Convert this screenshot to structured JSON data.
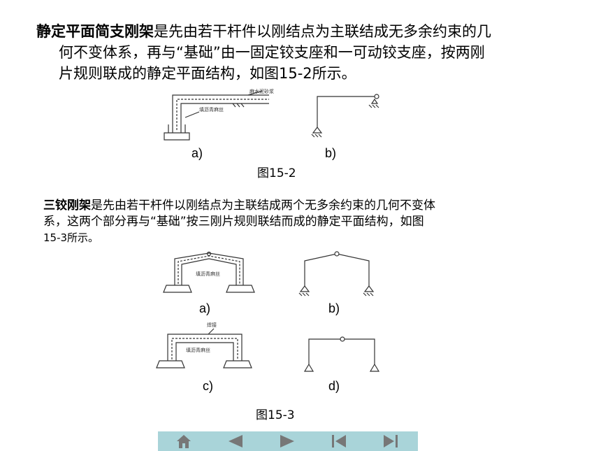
{
  "para1": {
    "term": "静定平面简支刚架",
    "line1": "是先由若干杆件以刚结点为主联结成无多余约束的几",
    "line2": "何不变体系，再与“基础”由一固定铰支座和一可动铰支座，按两刚",
    "line3": "片规则联成的静定平面结构，如图15-2所示。"
  },
  "fig2": {
    "a_label": "a)",
    "b_label": "b)",
    "caption": "图15-2",
    "note_top": "麻水泥砂浆",
    "note_mid": "填沥青麻丝"
  },
  "para2": {
    "term": "三铰刚架",
    "line1": "是先由若干杆件以刚结点为主联结成两个无多余约束的几何不变体",
    "line2": "系，这两个部分再与“基础”按三刚片规则联结而成的静定平面结构，如图",
    "line3": "15-3所示。"
  },
  "fig3": {
    "a_label": "a)",
    "b_label": "b)",
    "c_label": "c)",
    "d_label": "d)",
    "caption": "图15-3",
    "note_a": "填沥青麻丝",
    "note_c_top": "焊接",
    "note_c_mid": "填沥青麻丝"
  },
  "nav": {
    "buttons": [
      "home-icon",
      "prev-icon",
      "next-icon",
      "first-icon",
      "last-icon"
    ],
    "color": "#a9d4d9",
    "icon_color": "#777777"
  }
}
